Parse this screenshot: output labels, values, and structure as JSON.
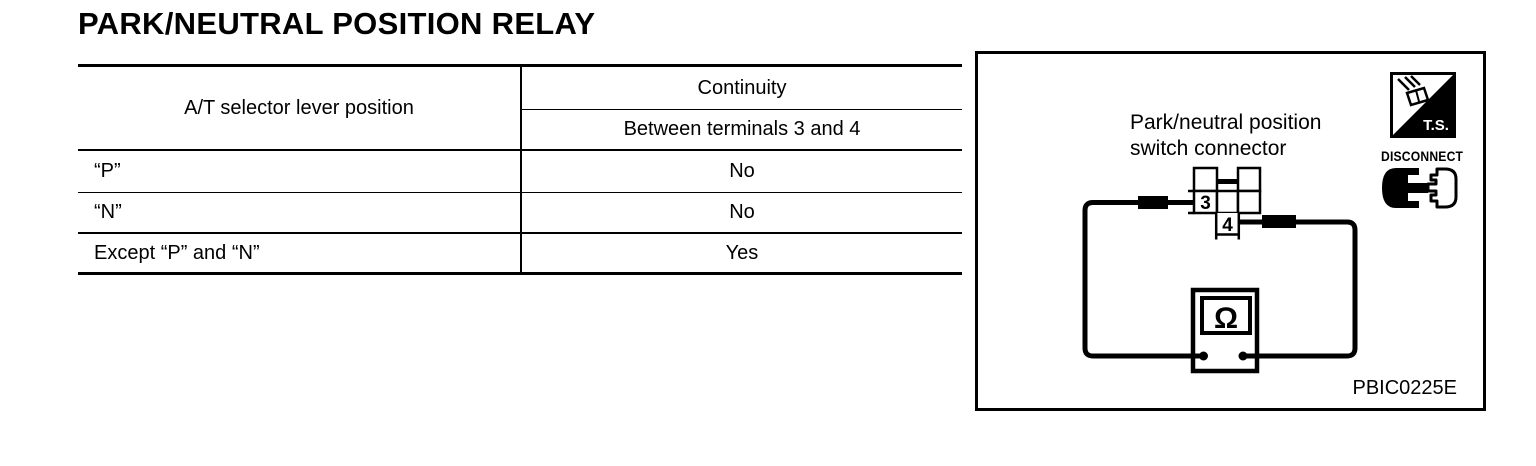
{
  "colors": {
    "ink": "#000000",
    "paper": "#ffffff"
  },
  "page": {
    "title": "PARK/NEUTRAL POSITION RELAY"
  },
  "table": {
    "col1_header": "A/T selector lever position",
    "col2_header": "Continuity",
    "col2_subheader": "Between terminals 3 and 4",
    "rows": [
      {
        "position": "“P”",
        "continuity": "No"
      },
      {
        "position": "“N”",
        "continuity": "No"
      },
      {
        "position": "Except “P” and “N”",
        "continuity": "Yes"
      }
    ]
  },
  "diagram": {
    "connector_label_line1": "Park/neutral position",
    "connector_label_line2": "switch connector",
    "ts_icon_label": "T.S.",
    "disconnect_label": "DISCONNECT",
    "terminal_3": "3",
    "terminal_4": "4",
    "ohm_symbol": "Ω",
    "figure_code": "PBIC0225E"
  }
}
